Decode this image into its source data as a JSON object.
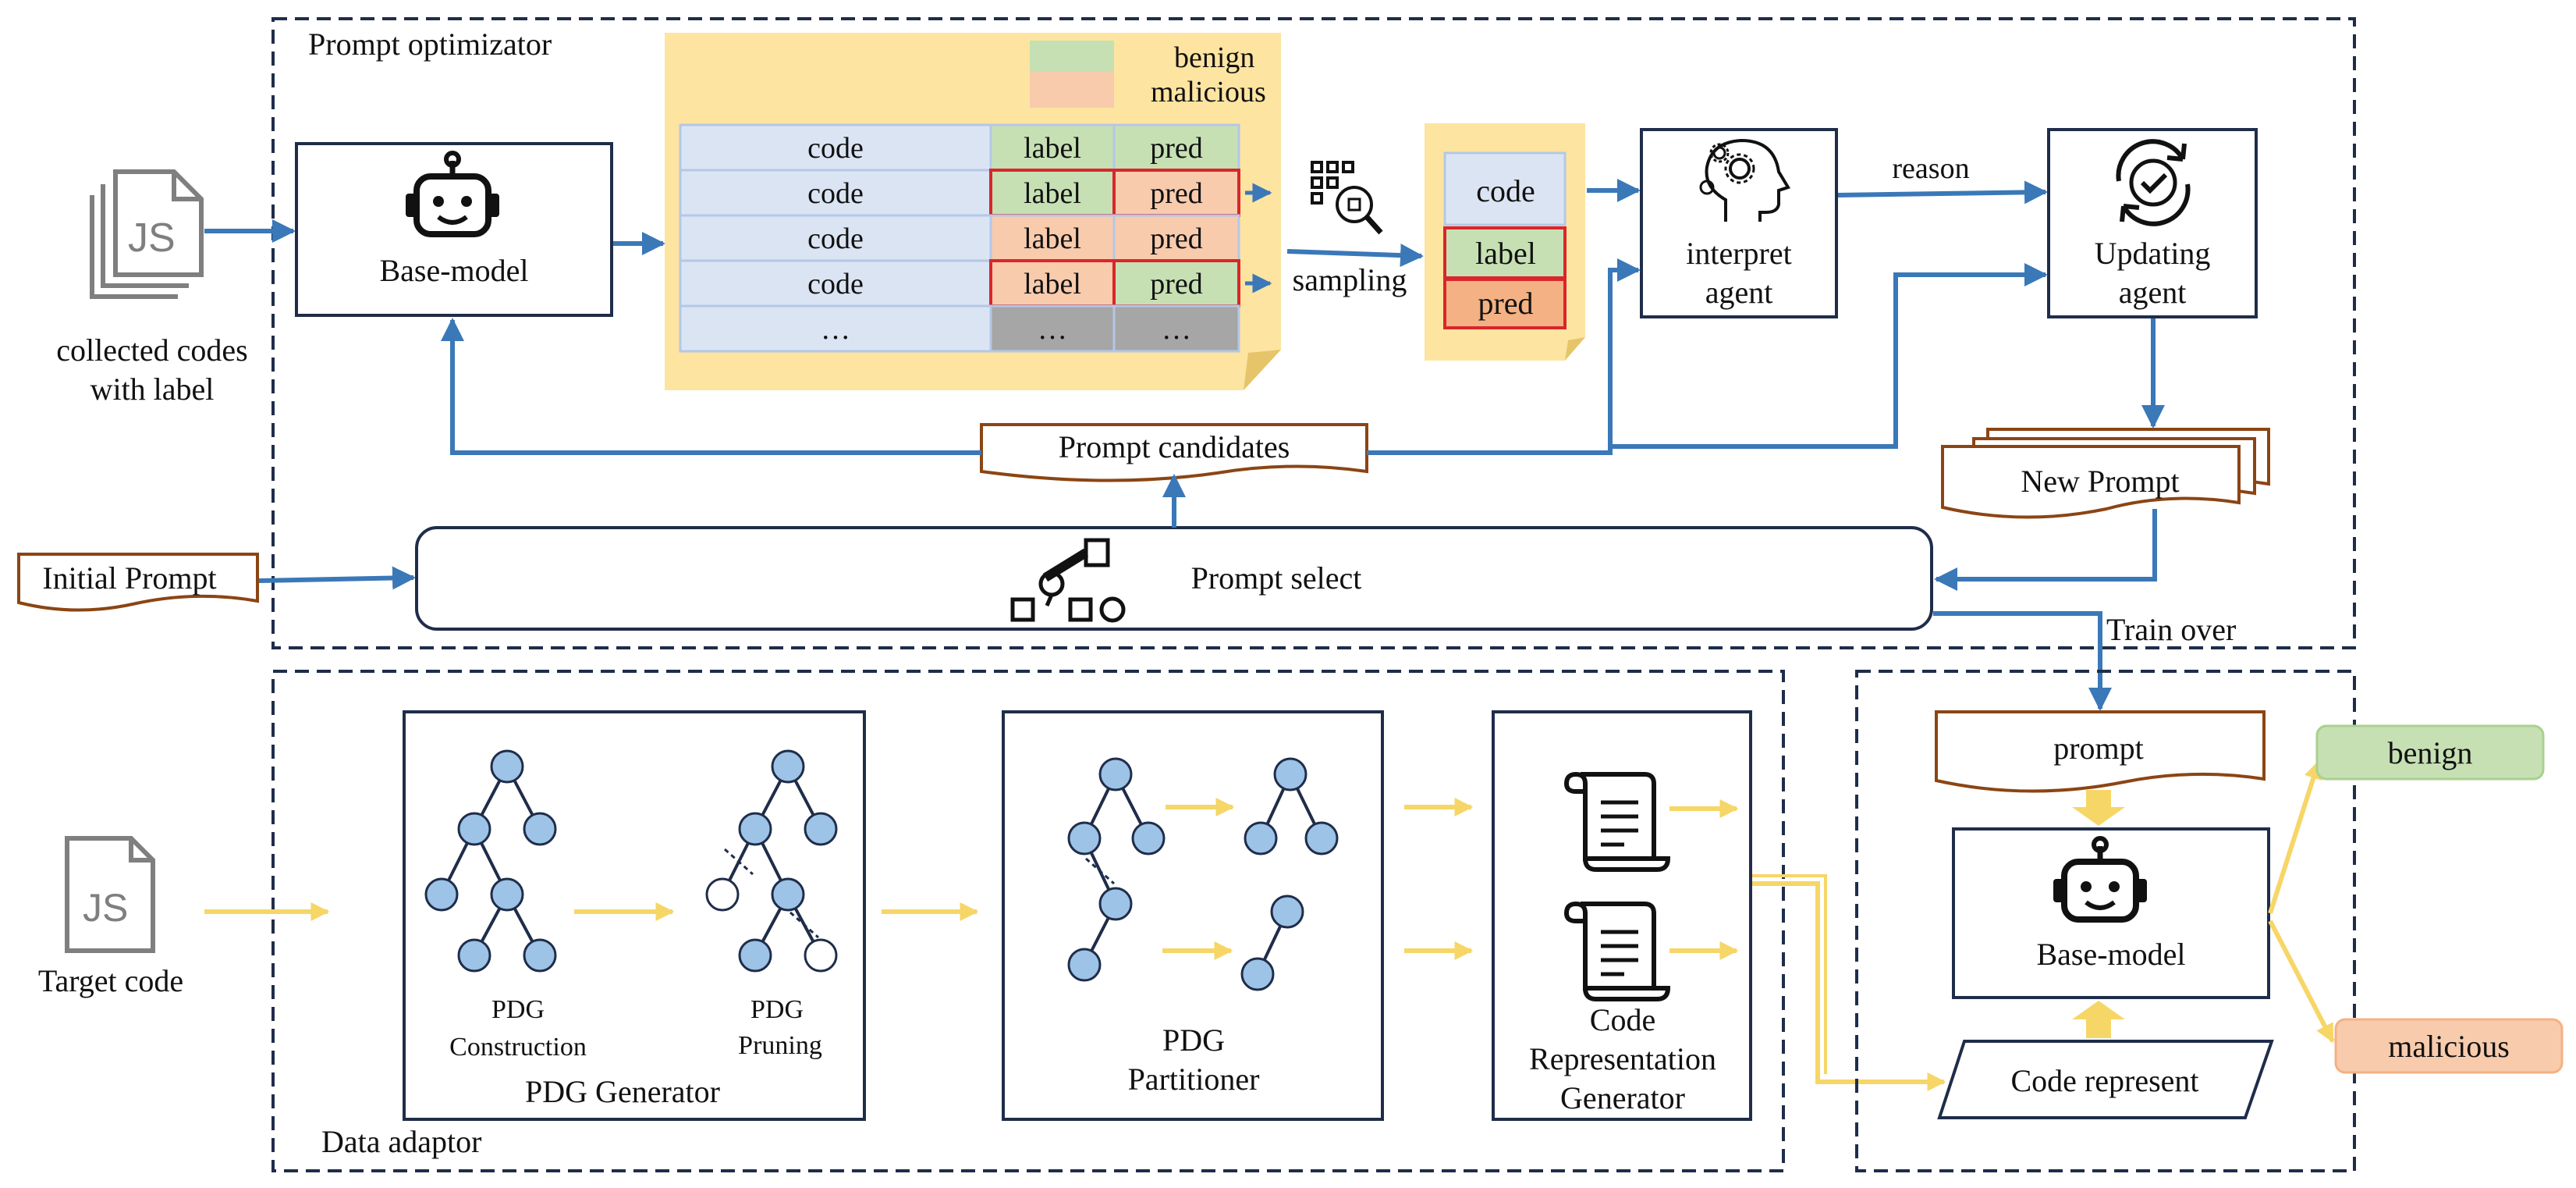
{
  "colors": {
    "navy": "#1f2d4a",
    "blue_arrow": "#3a78b8",
    "yellow_arrow": "#f6d667",
    "note_bg": "#fde4a0",
    "table_cell": "#dbe4f3",
    "benign": "#c6e0b4",
    "malicious": "#f8cbad",
    "gray_cell": "#a6a6a6",
    "node_fill": "#9dc3e6",
    "red_border": "#d9262c",
    "wave_border": "#8b4513"
  },
  "optimizer": {
    "title": "Prompt optimizator",
    "legend_benign": "benign",
    "legend_malicious": "malicious",
    "source_label_line1": "collected codes",
    "source_label_line2": "with label",
    "source_icon": "js-file-stack-icon",
    "base_model": "Base-model",
    "base_model_icon": "robot-icon",
    "table_rows": [
      {
        "code": "code",
        "label": "label",
        "pred": "pred",
        "label_color": "benign",
        "pred_color": "benign",
        "mismatch": false
      },
      {
        "code": "code",
        "label": "label",
        "pred": "pred",
        "label_color": "benign",
        "pred_color": "malicious",
        "mismatch": true
      },
      {
        "code": "code",
        "label": "label",
        "pred": "pred",
        "label_color": "malicious",
        "pred_color": "malicious",
        "mismatch": false
      },
      {
        "code": "code",
        "label": "label",
        "pred": "pred",
        "label_color": "malicious",
        "pred_color": "benign",
        "mismatch": true
      },
      {
        "code": "…",
        "label": "…",
        "pred": "…",
        "label_color": "gray",
        "pred_color": "gray",
        "mismatch": false
      }
    ],
    "sampling": "sampling",
    "sampling_icon": "magnifier-sampling-icon",
    "sample_code": "code",
    "sample_label": "label",
    "sample_pred": "pred",
    "interpret_line1": "interpret",
    "interpret_line2": "agent",
    "interpret_icon": "head-gears-icon",
    "reason": "reason",
    "updating_line1": "Updating",
    "updating_line2": "agent",
    "updating_icon": "refresh-check-icon",
    "prompt_candidates": "Prompt candidates",
    "new_prompt": "New Prompt",
    "initial_prompt": "Initial Prompt",
    "prompt_select": "Prompt select",
    "prompt_select_icon": "robot-arm-icon",
    "train_over": "Train over"
  },
  "adaptor": {
    "title": "Data adaptor",
    "target_code": "Target code",
    "target_icon": "js-file-icon",
    "pdg_construction": "PDG\nConstruction",
    "pdg_pruning": "PDG\nPruning",
    "pdg_generator": "PDG Generator",
    "pdg_partitioner_line1": "PDG",
    "pdg_partitioner_line2": "Partitioner",
    "code_repr_line1": "Code",
    "code_repr_line2": "Representation",
    "code_repr_line3": "Generator",
    "scroll_icon": "scroll-document-icon"
  },
  "inference": {
    "prompt": "prompt",
    "base_model": "Base-model",
    "code_represent": "Code represent",
    "benign": "benign",
    "malicious": "malicious"
  }
}
